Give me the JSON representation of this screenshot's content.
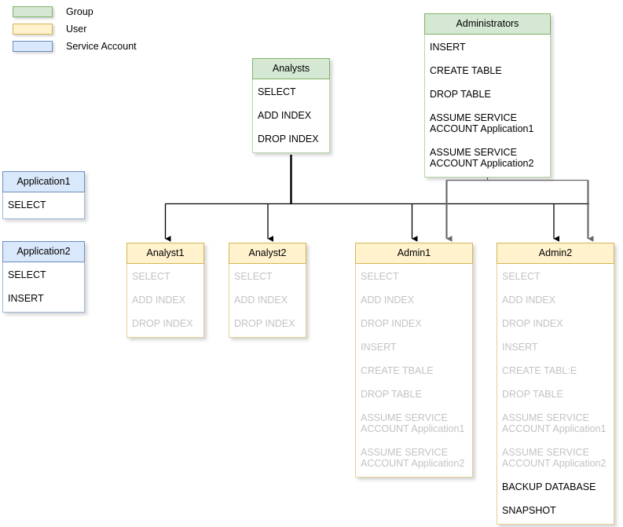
{
  "legend": {
    "items": [
      {
        "label": "Group",
        "swatch_color": "#d5e8d4",
        "swatch_border": "#82b366",
        "swatch_name": "legend-swatch-group"
      },
      {
        "label": "User",
        "swatch_color": "#fff2cc",
        "swatch_border": "#d6b656",
        "swatch_name": "legend-swatch-user"
      },
      {
        "label": "Service Account",
        "swatch_color": "#dae8fc",
        "swatch_border": "#6c8ebf",
        "swatch_name": "legend-swatch-service-account"
      }
    ]
  },
  "colors": {
    "group_fill": "#d5e8d4",
    "group_border": "#82b366",
    "user_fill": "#fff2cc",
    "user_border": "#d6b656",
    "service_fill": "#dae8fc",
    "service_border": "#6c8ebf",
    "connector_black": "#000000",
    "connector_gray": "#666666",
    "inherited_text": "#c3c3c3",
    "direct_text": "#000000"
  },
  "nodes": {
    "administrators": {
      "title": "Administrators",
      "type": "Group",
      "permissions": [
        {
          "text": "INSERT",
          "inherited": false
        },
        {
          "text": "CREATE TABLE",
          "inherited": false
        },
        {
          "text": "DROP TABLE",
          "inherited": false
        },
        {
          "text": "ASSUME SERVICE\nACCOUNT Application1",
          "inherited": false
        },
        {
          "text": "ASSUME SERVICE\nACCOUNT Application2",
          "inherited": false
        }
      ]
    },
    "analysts": {
      "title": "Analysts",
      "type": "Group",
      "permissions": [
        {
          "text": "SELECT",
          "inherited": false
        },
        {
          "text": "ADD INDEX",
          "inherited": false
        },
        {
          "text": "DROP INDEX",
          "inherited": false
        }
      ]
    },
    "application1": {
      "title": "Application1",
      "type": "Service Account",
      "permissions": [
        {
          "text": "SELECT",
          "inherited": false
        }
      ]
    },
    "application2": {
      "title": "Application2",
      "type": "Service Account",
      "permissions": [
        {
          "text": "SELECT",
          "inherited": false
        },
        {
          "text": "INSERT",
          "inherited": false
        }
      ]
    },
    "analyst1": {
      "title": "Analyst1",
      "type": "User",
      "permissions": [
        {
          "text": "SELECT",
          "inherited": true
        },
        {
          "text": "ADD INDEX",
          "inherited": true
        },
        {
          "text": "DROP INDEX",
          "inherited": true
        }
      ]
    },
    "analyst2": {
      "title": "Analyst2",
      "type": "User",
      "permissions": [
        {
          "text": "SELECT",
          "inherited": true
        },
        {
          "text": "ADD INDEX",
          "inherited": true
        },
        {
          "text": "DROP INDEX",
          "inherited": true
        }
      ]
    },
    "admin1": {
      "title": "Admin1",
      "type": "User",
      "permissions": [
        {
          "text": "SELECT",
          "inherited": true
        },
        {
          "text": "ADD INDEX",
          "inherited": true
        },
        {
          "text": "DROP INDEX",
          "inherited": true
        },
        {
          "text": "INSERT",
          "inherited": true
        },
        {
          "text": "CREATE TBALE",
          "inherited": true
        },
        {
          "text": "DROP TABLE",
          "inherited": true
        },
        {
          "text": "ASSUME SERVICE\nACCOUNT Application1",
          "inherited": true
        },
        {
          "text": "ASSUME SERVICE\nACCOUNT Application2",
          "inherited": true
        }
      ]
    },
    "admin2": {
      "title": "Admin2",
      "type": "User",
      "permissions": [
        {
          "text": "SELECT",
          "inherited": true
        },
        {
          "text": "ADD INDEX",
          "inherited": true
        },
        {
          "text": "DROP INDEX",
          "inherited": true
        },
        {
          "text": "INSERT",
          "inherited": true
        },
        {
          "text": "CREATE TABL:E",
          "inherited": true
        },
        {
          "text": "DROP TABLE",
          "inherited": true
        },
        {
          "text": "ASSUME SERVICE\nACCOUNT Application1",
          "inherited": true
        },
        {
          "text": "ASSUME SERVICE\nACCOUNT Application2",
          "inherited": true
        },
        {
          "text": "BACKUP DATABASE",
          "inherited": false
        },
        {
          "text": "SNAPSHOT",
          "inherited": false
        }
      ]
    }
  },
  "edges": [
    {
      "from": "Analysts",
      "to": "Analyst1",
      "color": "#000000"
    },
    {
      "from": "Analysts",
      "to": "Analyst2",
      "color": "#000000"
    },
    {
      "from": "Analysts",
      "to": "Admin1",
      "color": "#000000"
    },
    {
      "from": "Analysts",
      "to": "Admin2",
      "color": "#000000"
    },
    {
      "from": "Administrators",
      "to": "Admin1",
      "color": "#666666"
    },
    {
      "from": "Administrators",
      "to": "Admin2",
      "color": "#666666"
    }
  ]
}
